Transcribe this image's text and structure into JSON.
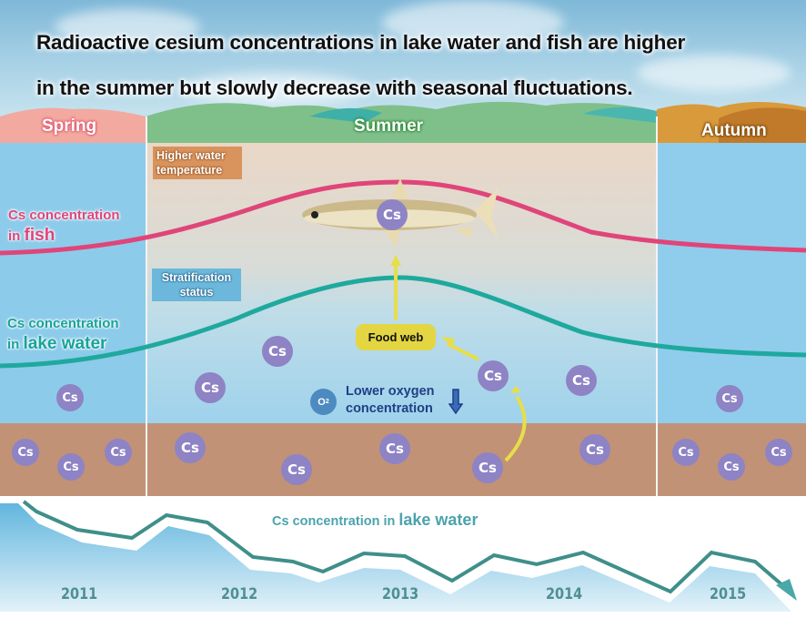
{
  "headline": {
    "line1": "Radioactive cesium concentrations in lake water and fish are higher",
    "line2": "in the summer but slowly decrease with seasonal fluctuations."
  },
  "seasons": {
    "spring": "Spring",
    "summer": "Summer",
    "autumn": "Autumn"
  },
  "colors": {
    "fish_curve": "#e0457a",
    "water_curve": "#1fa99e",
    "cesium_particle": "#8e83c4",
    "food_web": "#e3d642",
    "sediment": "#c29276",
    "water": "#8dcbea",
    "trend_line": "#3f8f8a"
  },
  "labels": {
    "fish_line1": "Cs concentration",
    "fish_in": "in",
    "fish_big": "fish",
    "water_line1": "Cs concentration",
    "water_in": "in",
    "water_big": "lake water",
    "temp_line1": "Higher water",
    "temp_line2": "temperature",
    "strat_line1": "Stratification",
    "strat_line2": "status",
    "food_web": "Food web",
    "o2": "O",
    "o2_sub": "2",
    "oxygen_line1": "Lower oxygen",
    "oxygen_line2": "concentration",
    "cesium": "Cs"
  },
  "icons": {
    "fish": "fish-illustration",
    "down_arrow": "down-arrow-icon",
    "cesium": "cesium-particle-icon",
    "oxygen": "oxygen-molecule-icon"
  },
  "trend": {
    "title_prefix": "Cs concentration in",
    "title_big": "lake water",
    "years": [
      "2011",
      "2012",
      "2013",
      "2014",
      "2015"
    ]
  }
}
